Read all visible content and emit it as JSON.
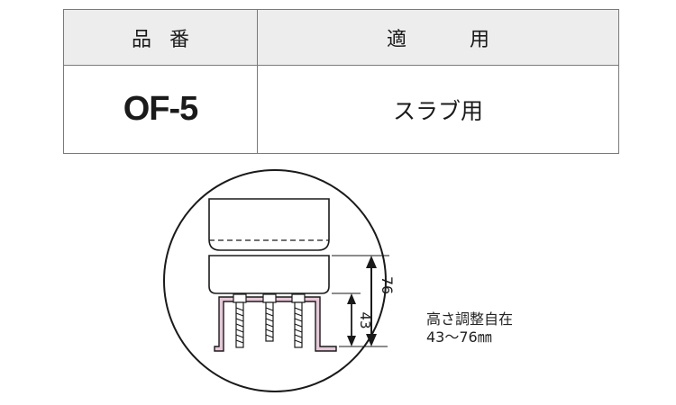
{
  "table": {
    "header_product": "品番",
    "header_use": "適用",
    "product_code": "OF-5",
    "use_value": "スラブ用"
  },
  "diagram": {
    "dimension_outer": "76",
    "dimension_inner": "43",
    "caption_line1": "高さ調整自在",
    "caption_line2": "43～76㎜",
    "colors": {
      "line": "#1a1a1a",
      "bracket_fill": "#e8c8d8",
      "block_fill": "#ffffff"
    }
  }
}
